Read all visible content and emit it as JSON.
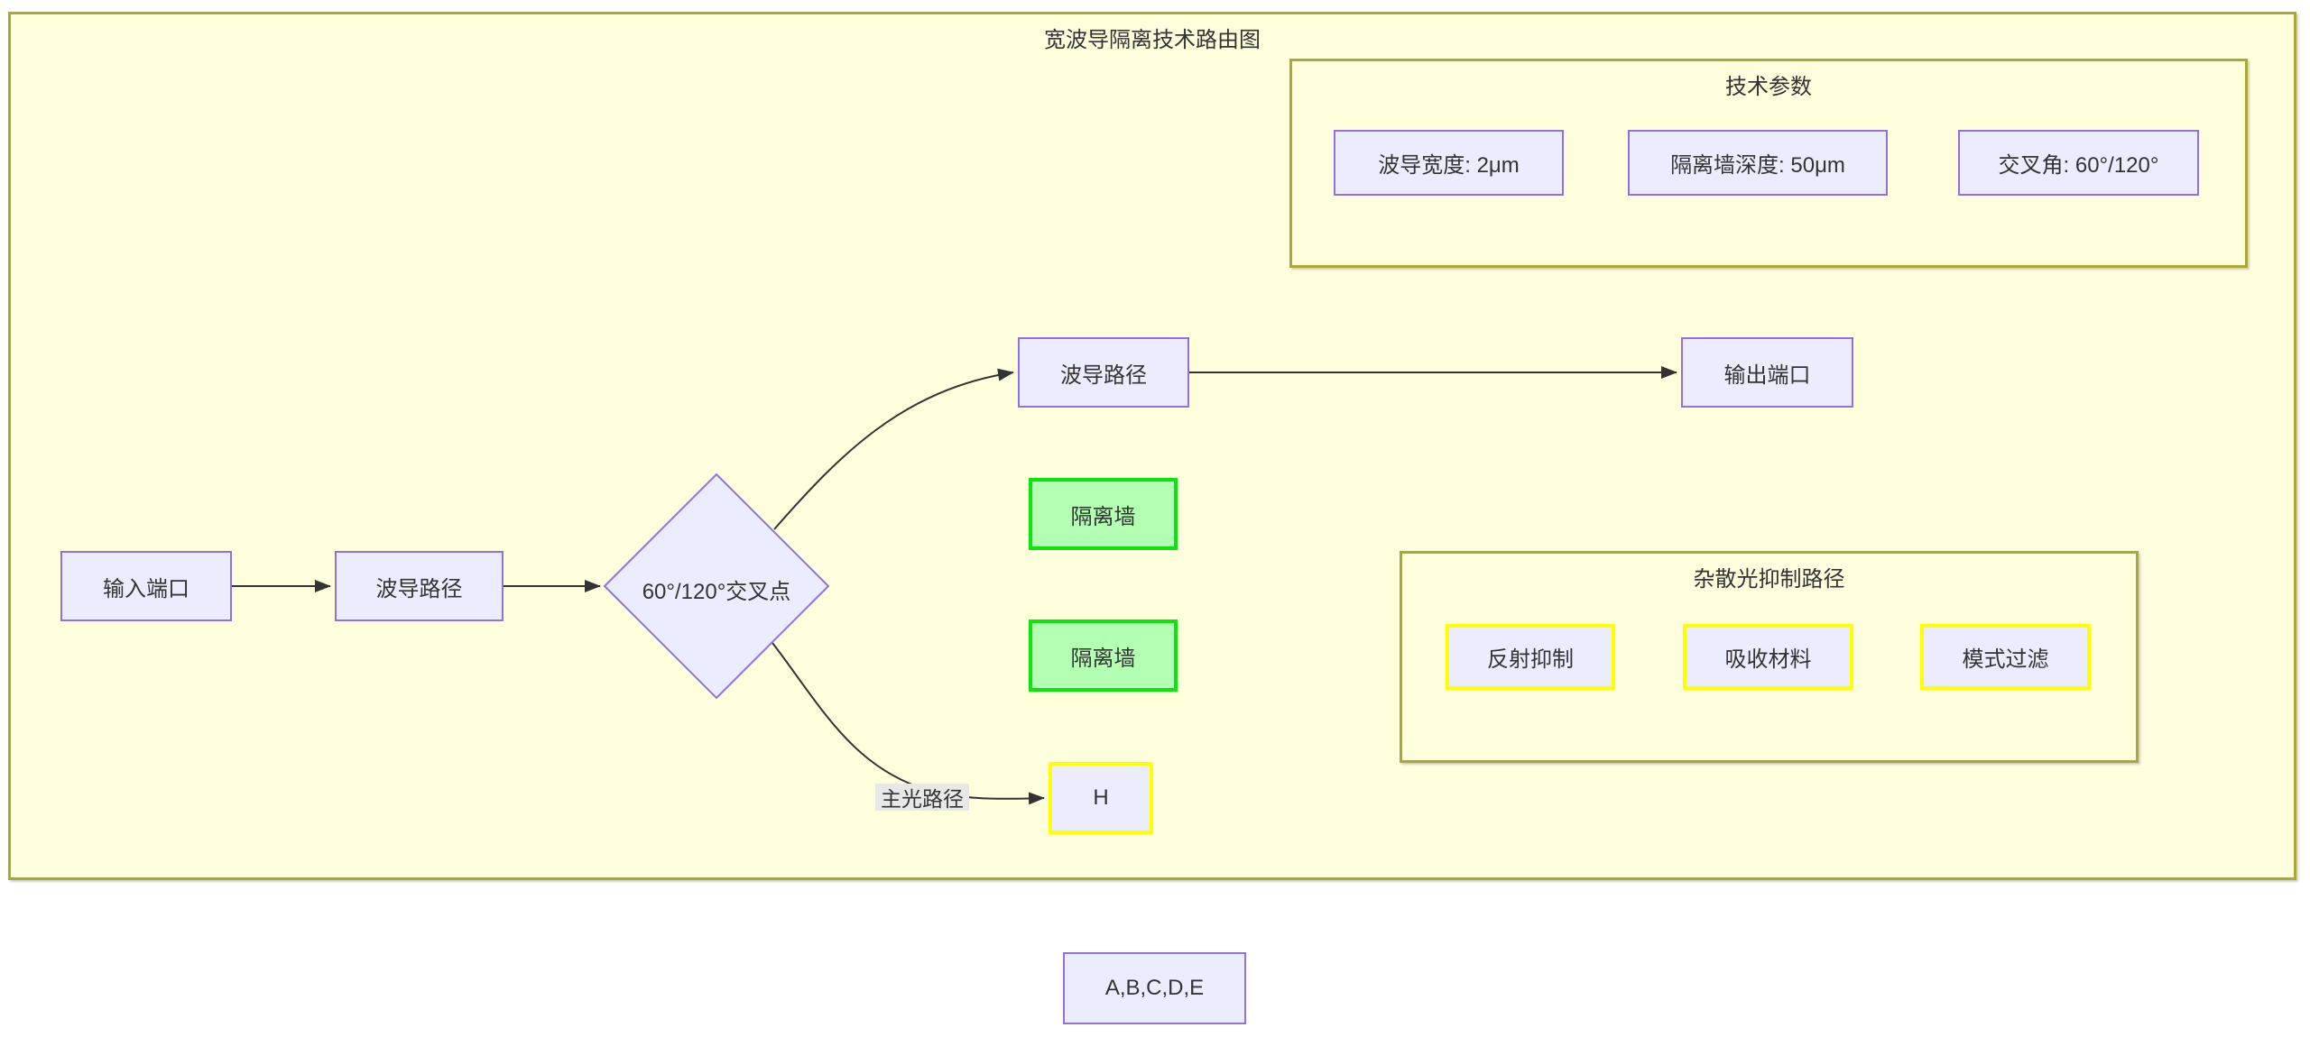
{
  "diagram": {
    "title": "宽波导隔离技术路由图",
    "clusters": {
      "tech_params": {
        "title": "技术参数",
        "items": [
          {
            "label": "波导宽度: 2μm"
          },
          {
            "label": "隔离墙深度: 50μm"
          },
          {
            "label": "交叉角: 60°/120°"
          }
        ]
      },
      "stray_light": {
        "title": "杂散光抑制路径",
        "items": [
          {
            "label": "反射抑制"
          },
          {
            "label": "吸收材料"
          },
          {
            "label": "模式过滤"
          }
        ]
      }
    },
    "nodes": {
      "input_port": {
        "label": "输入端口"
      },
      "waveguide_left": {
        "label": "波导路径"
      },
      "cross_point": {
        "label": "60°/120°交叉点"
      },
      "waveguide_top": {
        "label": "波导路径"
      },
      "output_port": {
        "label": "输出端口"
      },
      "isolation_wall_top": {
        "label": "隔离墙"
      },
      "isolation_wall_bottom": {
        "label": "隔离墙"
      },
      "h_node": {
        "label": "H"
      },
      "abcde_node": {
        "label": "A,B,C,D,E"
      }
    },
    "edges": {
      "main_light_path_label": "主光路径"
    },
    "colors": {
      "cluster_fill": "#ffffde",
      "cluster_border": "#aaaa33",
      "node_fill": "#ECECFF",
      "node_border": "#9370DB",
      "green_fill": "#b3ffb3",
      "green_border": "#0ae60a",
      "yellow_border": "#ffff00",
      "edge_stroke": "#333333",
      "edge_label_bg": "#e8e8e8",
      "text": "#333333"
    }
  }
}
